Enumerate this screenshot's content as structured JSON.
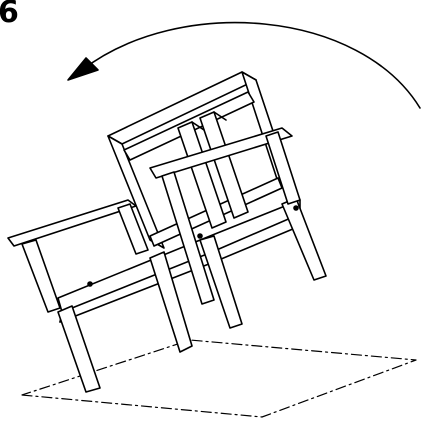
{
  "step": {
    "number": "6"
  },
  "illustration": {
    "subject": "chair",
    "arrow_direction": "counter-clockwise",
    "colors": {
      "line": "#000000",
      "fill": "#ffffff"
    }
  }
}
